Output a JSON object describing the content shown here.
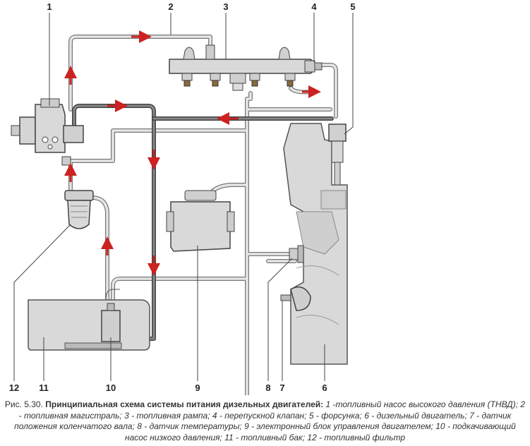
{
  "diagram": {
    "callouts": {
      "c1": "1",
      "c2": "2",
      "c3": "3",
      "c4": "4",
      "c5": "5",
      "c6": "6",
      "c7": "7",
      "c8": "8",
      "c9": "9",
      "c10": "10",
      "c11": "11",
      "c12": "12"
    },
    "colors": {
      "pipe_high_pressure": "#d8d8d8",
      "pipe_return": "#555555",
      "component_fill": "#d9d9d9",
      "component_stroke": "#555555",
      "flow_arrow": "#cc2222"
    }
  },
  "caption": {
    "figure": "Рис. 5.30.",
    "title": "Принципиальная схема системы питания дизельных двигателей:",
    "items": "1 -топливный насос высокого давления (ТНВД); 2 - топливная магистраль; 3 - топливная рампа; 4 - перепускной клапан; 5 - форсунка; 6 - дизельный двигатель; 7 - датчик положения коленчатого вала; 8 - датчик температуры; 9 - электронный блок управления двигателем; 10 - подкачивающий насос низкого давления; 11 - топливный бак; 12 - топливный фильтр"
  }
}
